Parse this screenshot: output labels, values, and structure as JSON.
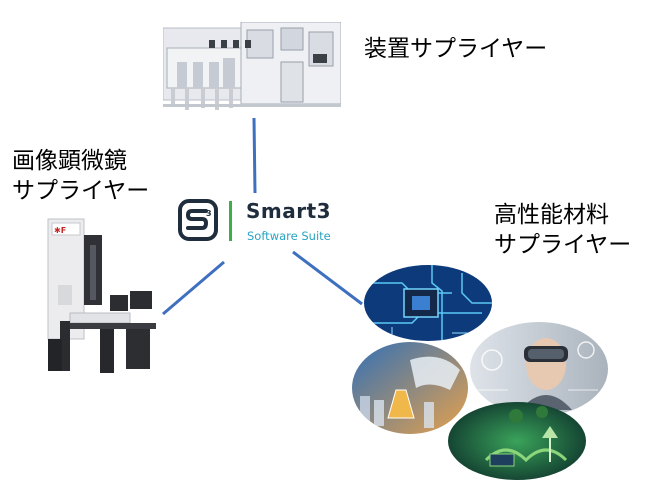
{
  "nodes": {
    "equipment": {
      "label": "装置サプライヤー"
    },
    "microscope": {
      "line1": "画像顕微鏡",
      "line2": "サプライヤー"
    },
    "materials": {
      "line1": "高性能材料",
      "line2": "サプライヤー"
    }
  },
  "logo": {
    "name": "Smart3",
    "subtitle": "Software Suite",
    "mark": "S3",
    "colors": {
      "mark": "#1f2d3d",
      "bar": "#3fae49",
      "subtitle": "#2aa3c2"
    }
  },
  "connector_color": "#3f6fbf",
  "icons": [
    "equipment-cabinet-image",
    "electron-microscope-image",
    "circuit-board-image",
    "chemistry-lab-image",
    "ar-headset-person-image",
    "green-energy-image"
  ]
}
